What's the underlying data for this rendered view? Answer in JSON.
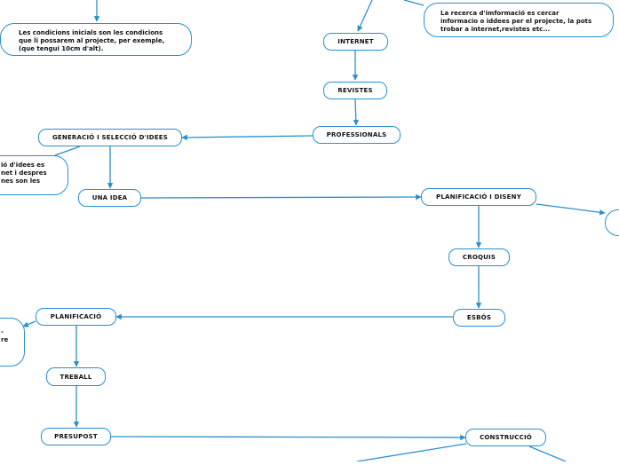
{
  "nodes": {
    "internet": "INTERNET",
    "revistes": "REVISTES",
    "professionals": "PROFESSIONALS",
    "generacio": "GENERACIÓ I SELECCIÓ D'IDEES",
    "una_idea": "UNA IDEA",
    "planificacio_disseny": "PLANIFICACIÓ I DISENY",
    "croquis": "CROQUIS",
    "esbos": "ESBÓS",
    "planificacio": "PLANIFICACIÓ",
    "treball": "TREBALL",
    "presupost": "PRESUPOST",
    "construccio": "CONSTRUCCIÓ"
  },
  "notes": {
    "condicions": [
      "Les condicions inicials son les condicions",
      "que li possarem al projecte, per exemple,",
      "(que tengui 10cm d'alt)."
    ],
    "recerca": [
      "La recerca d'imformació es cercar",
      "informacio o iddees per el projecte, la pots",
      "trobar a internet,revistes etc..."
    ],
    "generacio_partial": [
      "ió d'idees es",
      "net i despres",
      "nes son les"
    ],
    "planificacio_partial": [
      "-",
      "",
      "re"
    ]
  },
  "colors": {
    "line": "#2a8fcf",
    "border": "#2a8fcf",
    "text": "#111111"
  }
}
